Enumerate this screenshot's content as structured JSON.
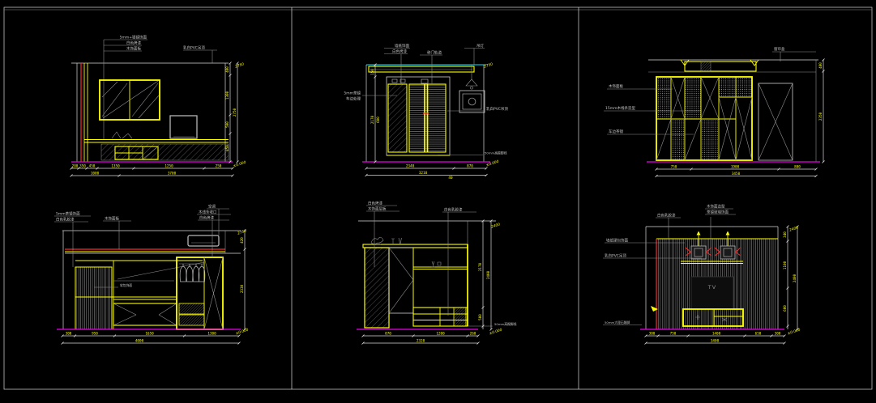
{
  "colors": {
    "background": "#000000",
    "geometry_yellow": "#ffff00",
    "dimension_white": "#d9d9d9",
    "floor_magenta": "#e800e8",
    "ceiling_cyan": "#00e5ff",
    "accent_red": "#ff2b2b"
  },
  "drawings": {
    "d1": {
      "top_labels": [
        "5mm+银镜饰面",
        "白色烤漆",
        "木饰面板"
      ],
      "right_label": "乳白PVC吊顶",
      "dims_bottom": [
        "200",
        "350",
        "450",
        "1350",
        "1250",
        "250"
      ],
      "dims_bottom_sub": "1000",
      "dims_bottom_total": "3700",
      "dims_right": [
        "480",
        "1300",
        "500",
        "450"
      ],
      "dims_right_total": "2750",
      "level_top": "2750",
      "level_bottom": "±0.000"
    },
    "d2": {
      "top_label_a1": "墙纸饰面",
      "top_label_a2": "白色烤漆",
      "top_label_b": "移门轨道",
      "top_label_c": "吊灯",
      "left_note_1": "5mm茶镜",
      "left_note_2": "车边处理",
      "right_label": "乳白PVC吊顶",
      "skirting_note": "50mm高踢脚线",
      "dims_bottom": [
        "2340",
        "870"
      ],
      "dims_bottom_small": "40",
      "dims_bottom_total": "3210",
      "dims_left": [
        "150",
        "2170",
        "600"
      ],
      "level_top": "2750",
      "level_bottom": "±0.000"
    },
    "d3": {
      "left_labels": [
        "木饰面板",
        "15mm木线条造型",
        "车边茶镜"
      ],
      "top_right_label": "窗帘盒",
      "dims_bottom": [
        "750",
        "1900",
        "800"
      ],
      "dims_bottom_total": "3450",
      "dims_right": [
        "480",
        "2350"
      ]
    },
    "d4": {
      "top_left_labels": [
        "5mm茶镜饰面",
        "白色乳胶漆"
      ],
      "top_mid_label": "木饰面板",
      "top_right_labels": [
        "空调",
        "木线条收口",
        "白色烤漆"
      ],
      "mid_label": "软包饰面",
      "dims_bottom": [
        "300",
        "950",
        "1650",
        "1300"
      ],
      "dims_bottom_total": "4000",
      "dims_right": [
        "420",
        "2330"
      ],
      "level_top": "2750",
      "level_bottom": "±0.000"
    },
    "d5": {
      "top_labels": [
        "白色烤漆",
        "木饰面层板"
      ],
      "right_label": "白色乳胶漆",
      "skirting_note": "50mm高踢脚线",
      "dims_bottom": [
        "870",
        "1200",
        "260"
      ],
      "dims_bottom_total": "2320",
      "dims_right": [
        "2170",
        "500"
      ],
      "dims_right_total": "2400",
      "level_top": "2400",
      "level_bottom": "±0.000"
    },
    "d6": {
      "top_label_a": "白色乳胶漆",
      "top_label_b1": "木饰面造型",
      "top_label_b2": "茶镜玻璃饰面",
      "left_labels": [
        "墙纸硬包饰面",
        "乳白PVC吊顶"
      ],
      "skirting_note": "50mm大理石踢脚",
      "tv_label": "TV",
      "dims_bottom": [
        "300",
        "750",
        "1400",
        "650",
        "300"
      ],
      "dims_bottom_total": "3400",
      "dims_right": [
        "340",
        "1100",
        "600"
      ],
      "dims_right_total": "2400",
      "level_top": "2400",
      "level_bottom": "±0.000"
    }
  }
}
